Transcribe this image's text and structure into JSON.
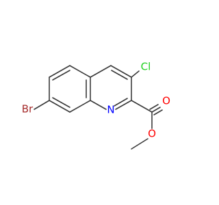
{
  "molecule": {
    "atoms": {
      "br": {
        "label": "Br",
        "color": "#a52a2a"
      },
      "n": {
        "label": "N",
        "color": "#0000ff"
      },
      "cl": {
        "label": "Cl",
        "color": "#1fcf1f"
      },
      "o": {
        "label": "O",
        "color": "#ff0000"
      }
    },
    "bond_color": "#3a3a3a"
  }
}
